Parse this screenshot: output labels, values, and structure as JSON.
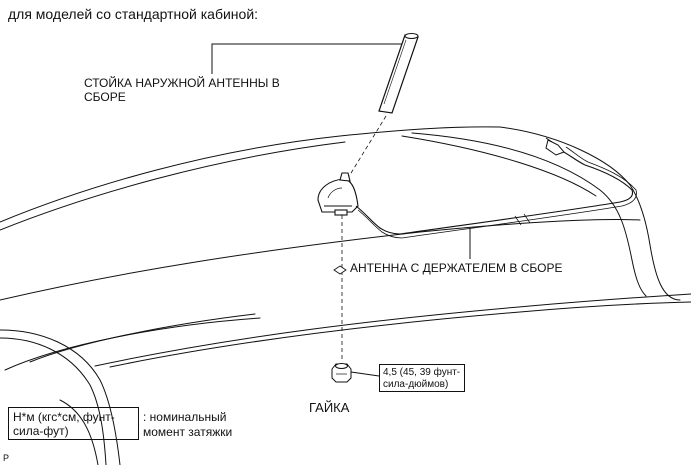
{
  "heading": "для моделей со стандартной кабиной:",
  "labels": {
    "mast": "СТОЙКА НАРУЖНОЙ АНТЕННЫ В СБОРЕ",
    "holder": "АНТЕННА С ДЕРЖАТЕЛЕМ В СБОРЕ",
    "nut": "ГАЙКА"
  },
  "torque": {
    "line1": "4,5 (45, 39 фунт-",
    "line2": "сила-дюймов)"
  },
  "legend": {
    "box_line1": "Н*м (кгс*см, фунт-",
    "box_line2": "сила-фут)",
    "desc_line1": ": номинальный",
    "desc_line2": "момент затяжки"
  },
  "corner_mark": "P"
}
